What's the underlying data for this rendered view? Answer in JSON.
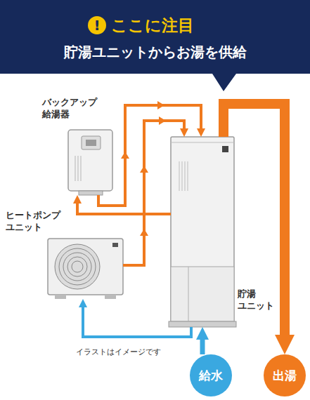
{
  "diagram": {
    "title": "貯湯ユニットからお湯を供給",
    "nodes": [
      {
        "text": [
          "バックアップ 給湯器"
        ]
      },
      {
        "text": [
          "ヒートポンプ ユニット"
        ]
      },
      {
        "text": [
          "貯湯 ユニット"
        ]
      },
      {
        "text": [
          "給水"
        ]
      },
      {
        "text": [
          "出湯"
        ]
      }
    ],
    "edges": [
      {
        "from": 1,
        "to": 2,
        "arrow": "to"
      },
      {
        "from": 0,
        "to": 2,
        "arrow": "to"
      },
      {
        "from": 2,
        "to": 0,
        "arrow": "to"
      },
      {
        "from": 2,
        "to": 4,
        "arrow": "to"
      },
      {
        "from": 2,
        "to": 1,
        "arrow": "to"
      },
      {
        "from": 3,
        "to": 2,
        "arrow": "to"
      }
    ],
    "labels": [
      "!",
      "ここに注目",
      "イラストはイメージです"
    ]
  }
}
